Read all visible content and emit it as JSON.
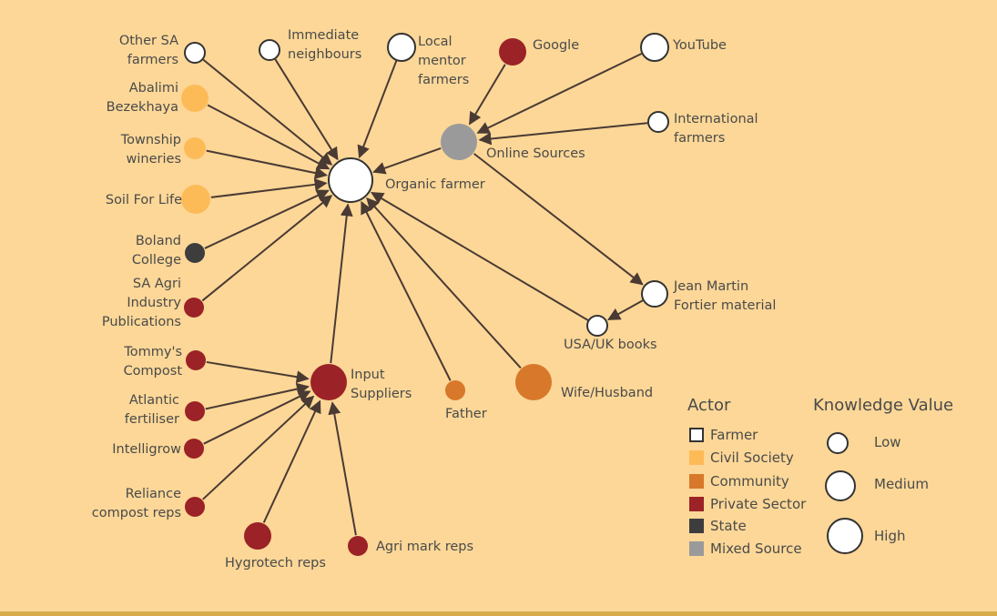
{
  "colors": {
    "background": "#FCD797",
    "farmer": "#FFFFFF",
    "civil_society": "#FDBB58",
    "community": "#D8782A",
    "private_sector": "#9B2226",
    "state": "#3D3D3D",
    "mixed_source": "#9A9A9A",
    "edge": "#4A3A34"
  },
  "nodes": {
    "other_sa_farmers": {
      "label": "Other SA\nfarmers",
      "actor": "farmer"
    },
    "immediate_neighbours": {
      "label": "Immediate\nneighbours",
      "actor": "farmer"
    },
    "local_mentor_farmers": {
      "label": "Local\nmentor\nfarmers",
      "actor": "farmer"
    },
    "google": {
      "label": "Google",
      "actor": "private_sector"
    },
    "youtube": {
      "label": "YouTube",
      "actor": "farmer"
    },
    "international_farmers": {
      "label": "International\nfarmers",
      "actor": "farmer"
    },
    "online_sources": {
      "label": "Online Sources",
      "actor": "mixed_source"
    },
    "organic_farmer": {
      "label": "Organic farmer",
      "actor": "farmer"
    },
    "abalimi_bezekhaya": {
      "label": "Abalimi\nBezekhaya",
      "actor": "civil_society"
    },
    "township_wineries": {
      "label": "Township\nwineries",
      "actor": "civil_society"
    },
    "soil_for_life": {
      "label": "Soil For Life",
      "actor": "civil_society"
    },
    "boland_college": {
      "label": "Boland\nCollege",
      "actor": "state"
    },
    "sa_agri_industry_publications": {
      "label": "SA Agri\nIndustry\nPublications",
      "actor": "private_sector"
    },
    "jean_martin_fortier_material": {
      "label": "Jean Martin\nFortier material",
      "actor": "farmer"
    },
    "usa_uk_books": {
      "label": "USA/UK books",
      "actor": "farmer"
    },
    "tommys_compost": {
      "label": "Tommy's\nCompost",
      "actor": "private_sector"
    },
    "input_suppliers": {
      "label": "Input\nSuppliers",
      "actor": "private_sector"
    },
    "atlantic_fertiliser": {
      "label": "Atlantic\nfertiliser",
      "actor": "private_sector"
    },
    "intelligrow": {
      "label": "Intelligrow",
      "actor": "private_sector"
    },
    "reliance_compost_reps": {
      "label": "Reliance\ncompost reps",
      "actor": "private_sector"
    },
    "hygrotech_reps": {
      "label": "Hygrotech reps",
      "actor": "private_sector"
    },
    "agri_mark_reps": {
      "label": "Agri mark reps",
      "actor": "private_sector"
    },
    "father": {
      "label": "Father",
      "actor": "community"
    },
    "wife_husband": {
      "label": "Wife/Husband",
      "actor": "community"
    }
  },
  "edges": [
    [
      "other_sa_farmers",
      "organic_farmer"
    ],
    [
      "immediate_neighbours",
      "organic_farmer"
    ],
    [
      "local_mentor_farmers",
      "organic_farmer"
    ],
    [
      "abalimi_bezekhaya",
      "organic_farmer"
    ],
    [
      "township_wineries",
      "organic_farmer"
    ],
    [
      "soil_for_life",
      "organic_farmer"
    ],
    [
      "boland_college",
      "organic_farmer"
    ],
    [
      "sa_agri_industry_publications",
      "organic_farmer"
    ],
    [
      "online_sources",
      "organic_farmer"
    ],
    [
      "google",
      "online_sources"
    ],
    [
      "youtube",
      "online_sources"
    ],
    [
      "international_farmers",
      "online_sources"
    ],
    [
      "online_sources",
      "jean_martin_fortier_material"
    ],
    [
      "jean_martin_fortier_material",
      "usa_uk_books"
    ],
    [
      "usa_uk_books",
      "organic_farmer"
    ],
    [
      "wife_husband",
      "organic_farmer"
    ],
    [
      "father",
      "organic_farmer"
    ],
    [
      "input_suppliers",
      "organic_farmer"
    ],
    [
      "tommys_compost",
      "input_suppliers"
    ],
    [
      "atlantic_fertiliser",
      "input_suppliers"
    ],
    [
      "intelligrow",
      "input_suppliers"
    ],
    [
      "reliance_compost_reps",
      "input_suppliers"
    ],
    [
      "hygrotech_reps",
      "input_suppliers"
    ],
    [
      "agri_mark_reps",
      "input_suppliers"
    ]
  ],
  "legend": {
    "actor_title": "Actor",
    "actors": [
      {
        "key": "farmer",
        "label": "Farmer"
      },
      {
        "key": "civil_society",
        "label": "Civil Society"
      },
      {
        "key": "community",
        "label": "Community"
      },
      {
        "key": "private_sector",
        "label": "Private Sector"
      },
      {
        "key": "state",
        "label": "State"
      },
      {
        "key": "mixed_source",
        "label": "Mixed Source"
      }
    ],
    "knowledge_title": "Knowledge Value",
    "knowledge": [
      {
        "label": "Low"
      },
      {
        "label": "Medium"
      },
      {
        "label": "High"
      }
    ]
  }
}
